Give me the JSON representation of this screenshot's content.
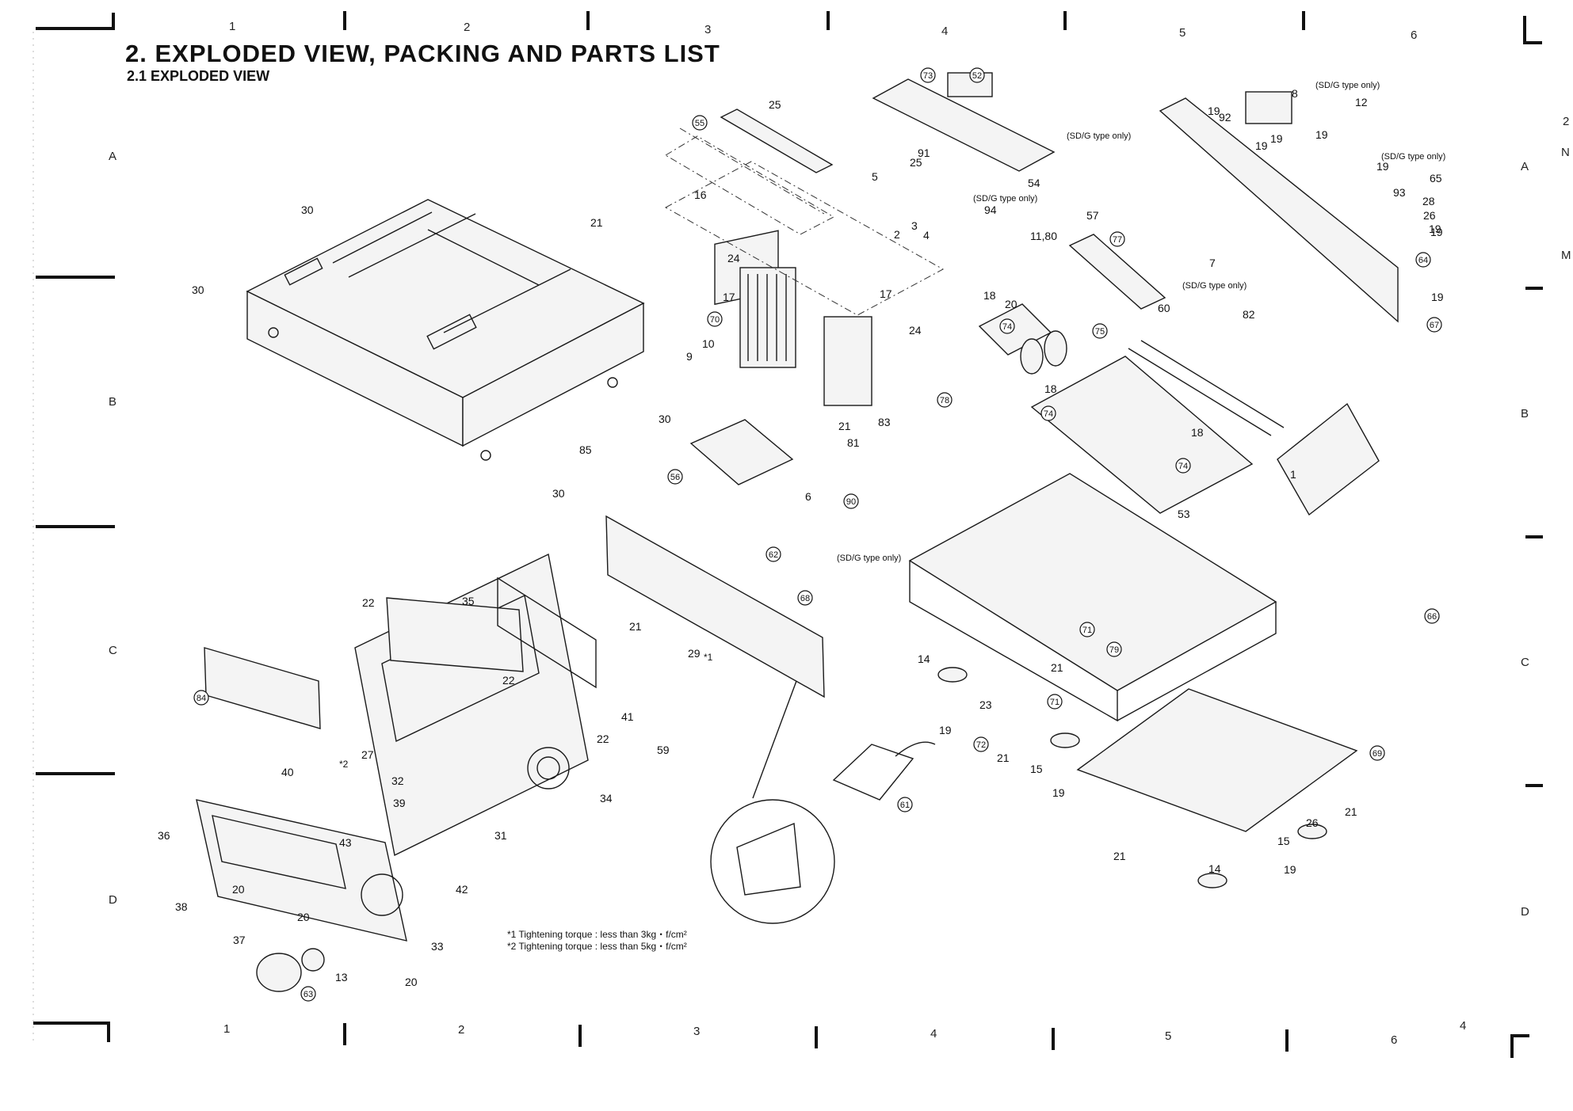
{
  "heading": {
    "number": "2.",
    "title": "EXPLODED VIEW, PACKING AND PARTS LIST"
  },
  "subheading": {
    "number": "2.1",
    "title": "EXPLODED VIEW"
  },
  "grid": {
    "columns": [
      "1",
      "2",
      "3",
      "4",
      "5",
      "6"
    ],
    "rows": [
      "A",
      "B",
      "C",
      "D"
    ],
    "page_number": "4"
  },
  "callouts": [
    {
      "label": "1"
    },
    {
      "label": "2"
    },
    {
      "label": "3"
    },
    {
      "label": "4"
    },
    {
      "label": "5"
    },
    {
      "label": "6"
    },
    {
      "label": "7"
    },
    {
      "label": "8"
    },
    {
      "label": "9"
    },
    {
      "label": "10"
    },
    {
      "label": "11,80"
    },
    {
      "label": "12"
    },
    {
      "label": "13"
    },
    {
      "label": "14"
    },
    {
      "label": "14"
    },
    {
      "label": "15"
    },
    {
      "label": "15"
    },
    {
      "label": "16"
    },
    {
      "label": "17"
    },
    {
      "label": "17"
    },
    {
      "label": "18"
    },
    {
      "label": "18"
    },
    {
      "label": "18"
    },
    {
      "label": "19"
    },
    {
      "label": "19"
    },
    {
      "label": "19"
    },
    {
      "label": "19"
    },
    {
      "label": "19"
    },
    {
      "label": "19"
    },
    {
      "label": "19"
    },
    {
      "label": "19"
    },
    {
      "label": "19"
    },
    {
      "label": "19"
    },
    {
      "label": "19"
    },
    {
      "label": "20"
    },
    {
      "label": "20"
    },
    {
      "label": "20"
    },
    {
      "label": "20"
    },
    {
      "label": "21"
    },
    {
      "label": "21"
    },
    {
      "label": "21"
    },
    {
      "label": "21"
    },
    {
      "label": "21"
    },
    {
      "label": "21"
    },
    {
      "label": "21"
    },
    {
      "label": "22"
    },
    {
      "label": "22"
    },
    {
      "label": "22"
    },
    {
      "label": "23"
    },
    {
      "label": "24"
    },
    {
      "label": "24"
    },
    {
      "label": "25"
    },
    {
      "label": "25"
    },
    {
      "label": "26"
    },
    {
      "label": "26"
    },
    {
      "label": "27"
    },
    {
      "label": "28"
    },
    {
      "label": "29"
    },
    {
      "label": "30"
    },
    {
      "label": "30"
    },
    {
      "label": "30"
    },
    {
      "label": "30"
    },
    {
      "label": "31"
    },
    {
      "label": "32"
    },
    {
      "label": "33"
    },
    {
      "label": "34"
    },
    {
      "label": "35"
    },
    {
      "label": "36"
    },
    {
      "label": "37"
    },
    {
      "label": "38"
    },
    {
      "label": "39"
    },
    {
      "label": "40"
    },
    {
      "label": "41"
    },
    {
      "label": "42"
    },
    {
      "label": "43"
    },
    {
      "label": "53"
    },
    {
      "label": "54"
    },
    {
      "label": "57"
    },
    {
      "label": "59"
    },
    {
      "label": "60"
    },
    {
      "label": "65"
    },
    {
      "label": "81"
    },
    {
      "label": "82"
    },
    {
      "label": "83"
    },
    {
      "label": "85"
    },
    {
      "label": "91"
    },
    {
      "label": "92"
    },
    {
      "label": "93"
    },
    {
      "label": "94"
    }
  ],
  "circled_callouts": [
    {
      "label": "52"
    },
    {
      "label": "55"
    },
    {
      "label": "56"
    },
    {
      "label": "61"
    },
    {
      "label": "62"
    },
    {
      "label": "63"
    },
    {
      "label": "64"
    },
    {
      "label": "66"
    },
    {
      "label": "67"
    },
    {
      "label": "68"
    },
    {
      "label": "69"
    },
    {
      "label": "70"
    },
    {
      "label": "71"
    },
    {
      "label": "71"
    },
    {
      "label": "72"
    },
    {
      "label": "73"
    },
    {
      "label": "74"
    },
    {
      "label": "74"
    },
    {
      "label": "74"
    },
    {
      "label": "75"
    },
    {
      "label": "77"
    },
    {
      "label": "78"
    },
    {
      "label": "79"
    },
    {
      "label": "84"
    },
    {
      "label": "90"
    }
  ],
  "region_notes": [
    {
      "text": "(SD/G type only)"
    },
    {
      "text": "(SD/G type only)"
    },
    {
      "text": "(SD/G type only)"
    },
    {
      "text": "(SD/G type only)"
    },
    {
      "text": "(SD/G type only)"
    },
    {
      "text": "(SD/G type only)"
    }
  ],
  "asterisk_marks": {
    "mark1": "*1",
    "mark2": "*2"
  },
  "torque_notes": [
    {
      "text": "*1 Tightening torque : less than 3kg・f/cm²"
    },
    {
      "text": "*2 Tightening torque : less than 5kg・f/cm²"
    }
  ],
  "margin_fragments": [
    {
      "text": "2"
    },
    {
      "text": "N"
    },
    {
      "text": "M"
    }
  ]
}
